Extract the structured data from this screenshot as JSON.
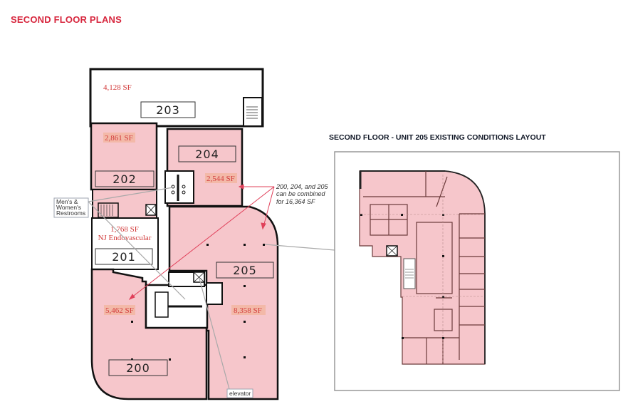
{
  "page": {
    "title": "SECOND FLOOR PLANS",
    "title_color": "#d7263d"
  },
  "left_plan": {
    "units": [
      {
        "id": "203",
        "label": "203",
        "area": "4,128 SF",
        "shaded": false
      },
      {
        "id": "202",
        "label": "202",
        "area": "2,861 SF",
        "shaded": true
      },
      {
        "id": "204",
        "label": "204",
        "area": "2,544 SF",
        "shaded": true
      },
      {
        "id": "201",
        "label": "201",
        "area": "1,768 SF",
        "tenant": "NJ Endovascular",
        "shaded": false
      },
      {
        "id": "205",
        "label": "205",
        "area": "8,358 SF",
        "shaded": true
      },
      {
        "id": "200",
        "label": "200",
        "area": "5,462 SF",
        "shaded": true
      }
    ],
    "callouts": {
      "combine_line1": "200, 204, and 205",
      "combine_line2": "can be combined",
      "combine_line3": "for 16,364 SF",
      "restrooms_line1": "Men's &",
      "restrooms_line2": "Women's",
      "restrooms_line3": "Restrooms",
      "elevator": "elevator"
    }
  },
  "right_plan": {
    "title": "SECOND FLOOR -  UNIT 205 EXISTING CONDITIONS LAYOUT"
  },
  "colors": {
    "accent_red": "#d7263d",
    "unit_fill": "#f6c6cb",
    "area_text": "#d23b3b",
    "wall": "#111111",
    "callout_line": "#a9a9a9"
  }
}
